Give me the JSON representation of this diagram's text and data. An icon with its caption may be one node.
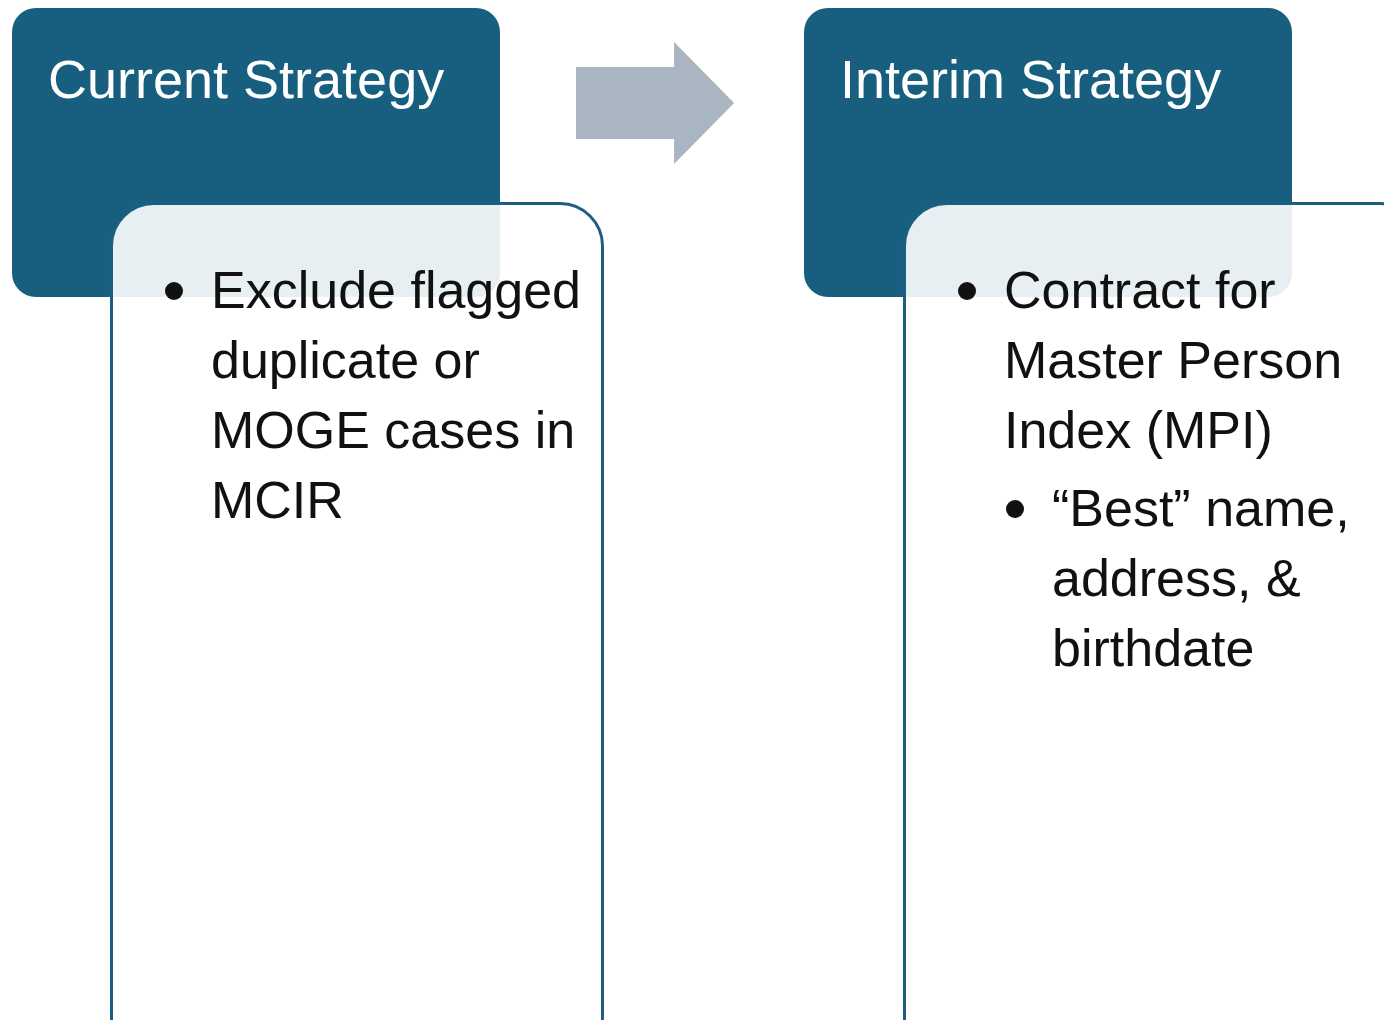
{
  "diagram": {
    "nodes": [
      {
        "text": [
          "Current Strategy"
        ]
      },
      {
        "text": [
          "Exclude flagged duplicate or MOGE cases in MCIR"
        ]
      },
      {
        "text": [
          "Interim Strategy"
        ]
      },
      {
        "text": [
          "Contract for Master Person Index (MPI)",
          "“Best” name, address, & birthdate"
        ]
      }
    ],
    "edges": [
      {
        "from": 0,
        "to": 2,
        "arrow": "to",
        "style": "thick",
        "color": "#a9b5c0"
      }
    ]
  }
}
